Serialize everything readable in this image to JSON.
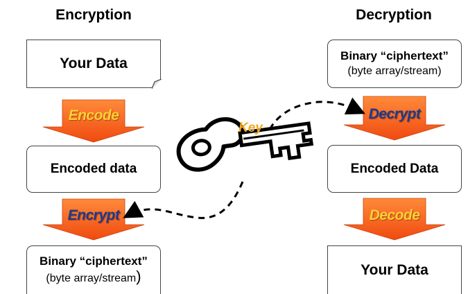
{
  "encryption": {
    "title": "Encryption",
    "your_data": "Your Data",
    "encode_label": "Encode",
    "encoded_data": "Encoded data",
    "encrypt_label": "Encrypt",
    "ciphertext_line1": "Binary “ciphertext”",
    "ciphertext_line2": "(byte array/stream",
    "ciphertext_paren": ")"
  },
  "decryption": {
    "title": "Decryption",
    "ciphertext_line1": "Binary “ciphertext”",
    "ciphertext_line2": "(byte array/stream)",
    "decrypt_label": "Decrypt",
    "encoded_data": "Encoded Data",
    "decode_label": "Decode",
    "your_data": "Your Data"
  },
  "key_label": "Key",
  "colors": {
    "arrow_orange": "#ff6a1a",
    "arrow_dark": "#e24a0a",
    "encode_text": "#ffd033",
    "encrypt_text": "#1e3a8a",
    "key_text": "#f2a81c"
  }
}
